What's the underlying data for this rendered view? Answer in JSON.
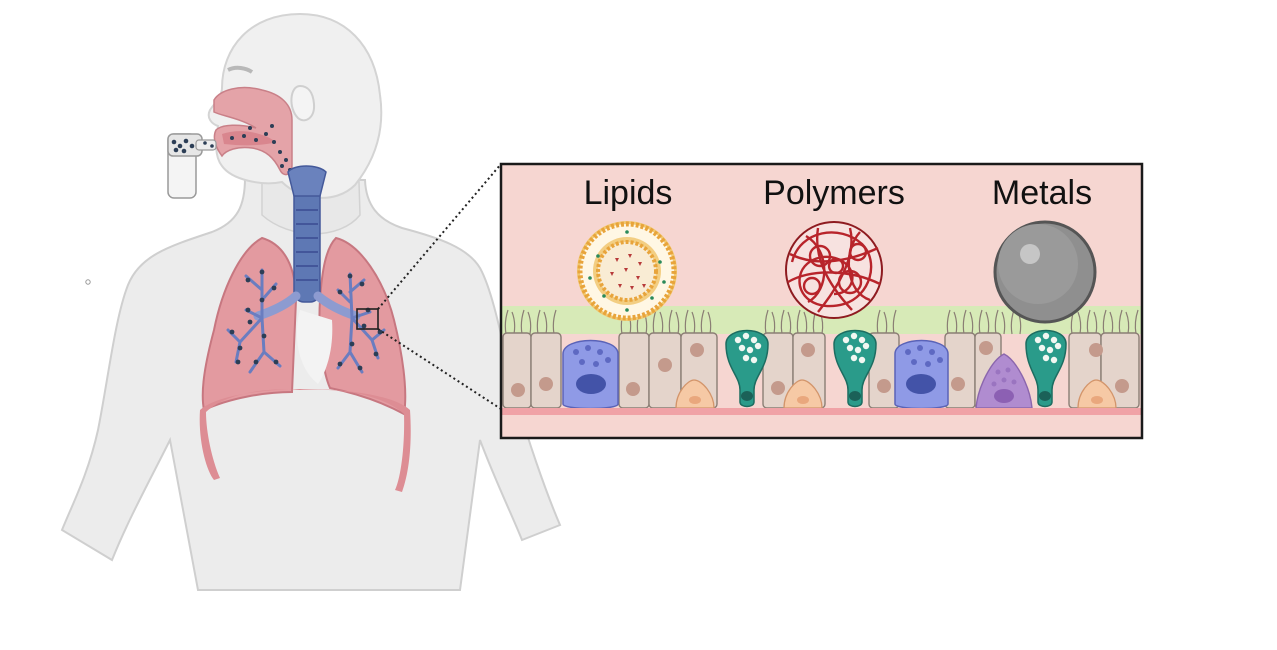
{
  "labels": {
    "lipids": "Lipids",
    "polymers": "Polymers",
    "metals": "Metals"
  },
  "colors": {
    "body": "#ececec",
    "body_outline": "#c9c9c9",
    "head": "#f2f2f2",
    "lung": "#e39aa0",
    "lung_dark": "#c96f78",
    "airway": "#5e78b4",
    "bronchi": "#8d9bd0",
    "inset_bg": "#f6d6d1",
    "mucus_layer": "#d7eab7",
    "basement": "#f0a2a6",
    "epithelial_cell": "#e4d4cb",
    "cell_nucleus": "#c49a8c",
    "blue_cell": "#8f9ae6",
    "goblet_cell": "#2a9b8a",
    "basal_cell": "#f6c9a5",
    "purple_cell": "#b08cd0",
    "lipid_shell": "#e8a43b",
    "polymer": "#b8242b",
    "metal": "#8f8f8f"
  }
}
